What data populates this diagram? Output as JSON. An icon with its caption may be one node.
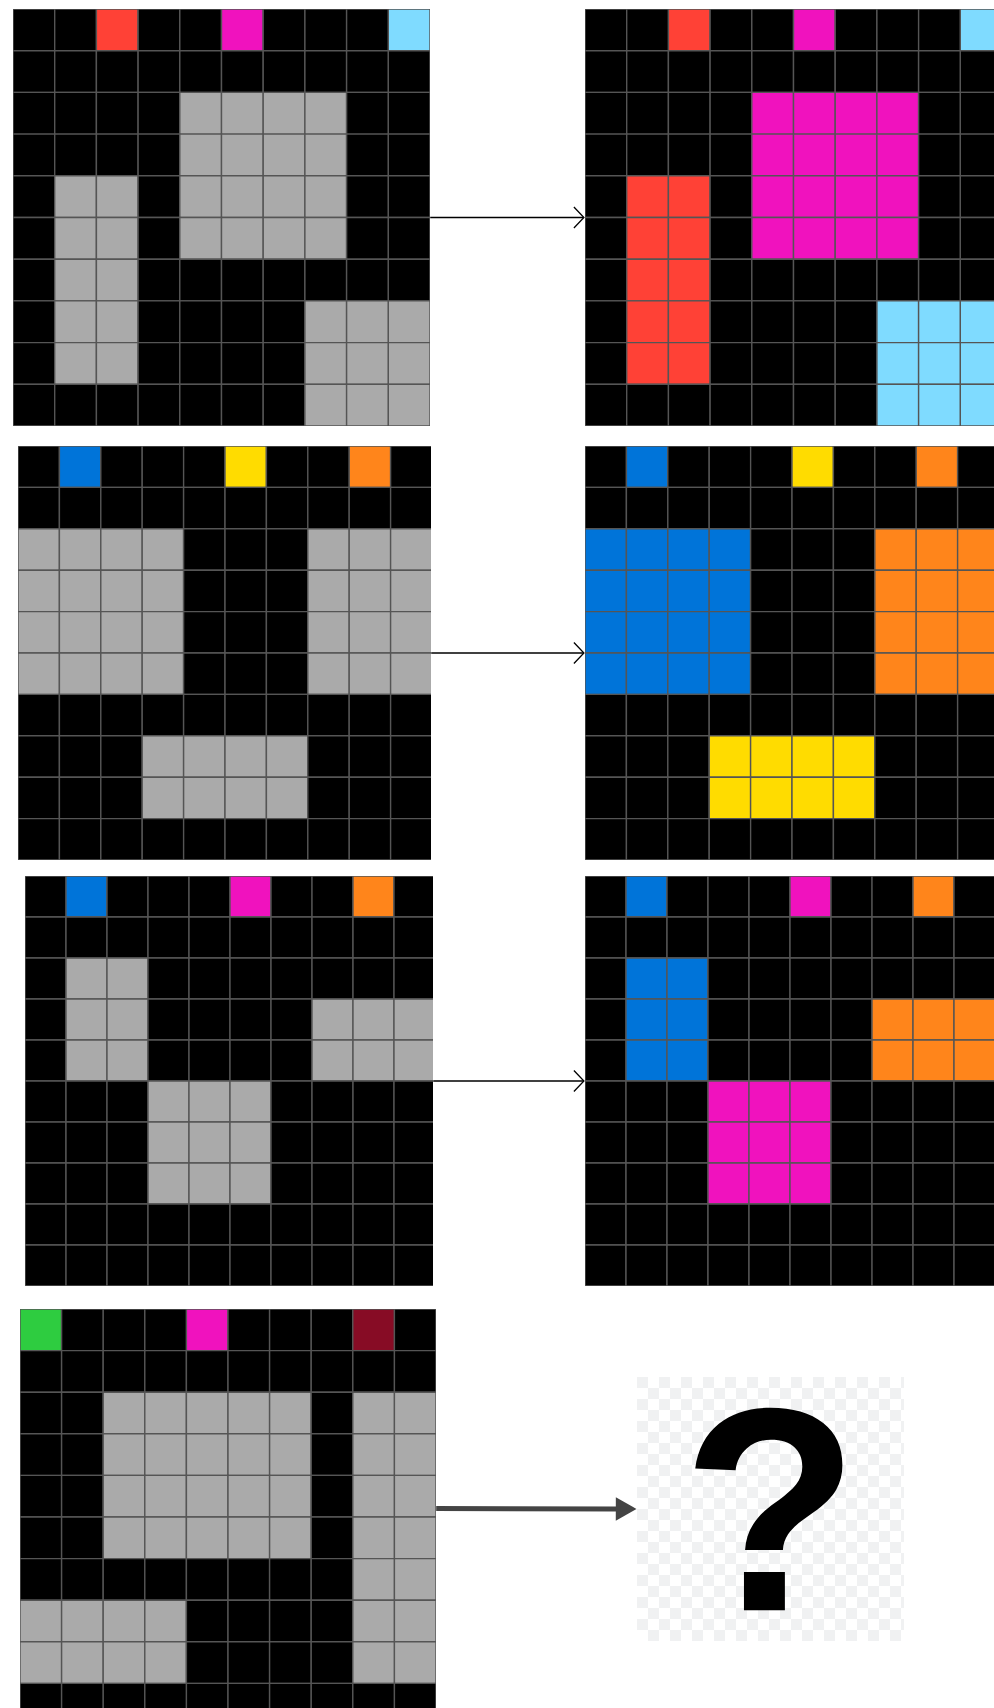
{
  "diagram": {
    "nodes": [
      {
        "text": [],
        "shape": "grid"
      },
      {
        "text": [],
        "shape": "grid"
      },
      {
        "text": [],
        "shape": "grid"
      },
      {
        "text": [],
        "shape": "grid"
      },
      {
        "text": [],
        "shape": "grid"
      },
      {
        "text": [],
        "shape": "grid"
      },
      {
        "text": [],
        "shape": "grid"
      },
      {
        "text": [
          "?"
        ]
      }
    ],
    "edges": [
      {
        "from": 0,
        "to": 1,
        "arrow": "to"
      },
      {
        "from": 2,
        "to": 3,
        "arrow": "to"
      },
      {
        "from": 4,
        "to": 5,
        "arrow": "to"
      },
      {
        "from": 6,
        "to": 7,
        "arrow": "to",
        "style": "thick",
        "color": "#444444"
      }
    ]
  }
}
